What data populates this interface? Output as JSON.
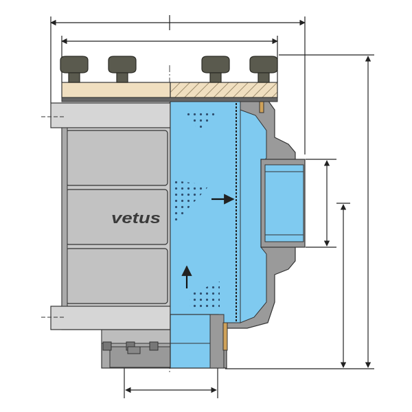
{
  "diagram": {
    "brand_logo": "vetus",
    "subject": "water-strainer-cross-section",
    "colors": {
      "water": "#7fcaf0",
      "body_grey": "#c9c9c9",
      "body_dark": "#9a9a9a",
      "lid": "#f0dfc0",
      "knob": "#5a5a4e",
      "outline": "#333333",
      "dimension_line": "#222222"
    },
    "flow_arrows": [
      "up",
      "right"
    ]
  }
}
